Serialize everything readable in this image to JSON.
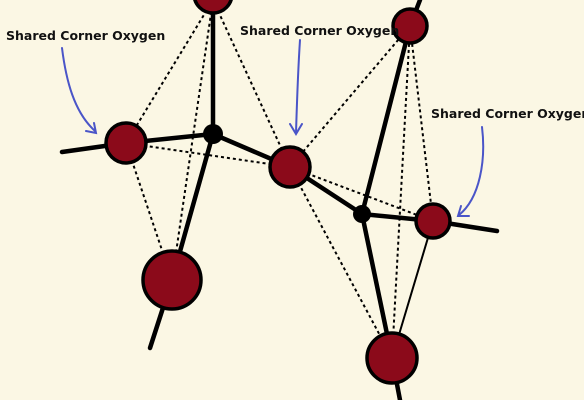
{
  "diagram": {
    "labels": {
      "left": "Shared Corner Oxygen",
      "middle": "Shared Corner Oxygen",
      "right": "Shared Corner Oxygen"
    },
    "colors": {
      "background": "#fbf7e4",
      "oxygen": "#8b0a1a",
      "bond": "#000000",
      "arrow": "#4a55c8"
    }
  }
}
